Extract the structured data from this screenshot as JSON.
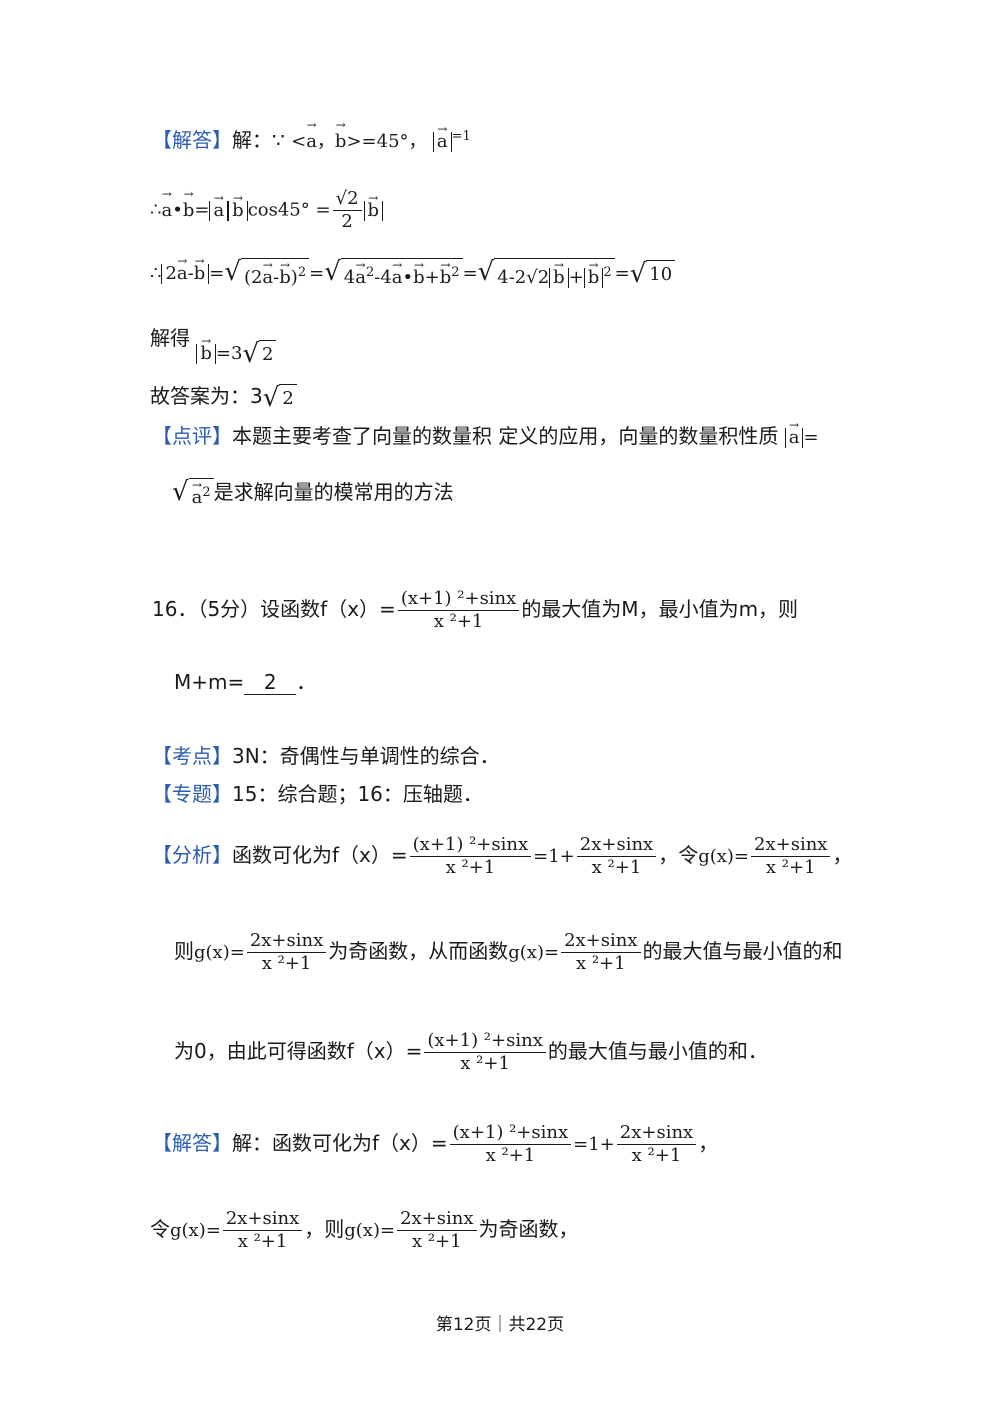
{
  "ans1": {
    "tag": "【解答】",
    "lead": "解：∵",
    "cond": "=45°，",
    "eq1": "=1"
  },
  "line_ab": {
    "prefix": "∴",
    "cos": "cos45°",
    "num": "2",
    "den": "2"
  },
  "line_mod": {
    "prefix": "∴",
    "c2": "2",
    "c4": "4",
    "c4b": "4",
    "c42": "4-2",
    "r10": "10"
  },
  "line_jiede": {
    "label": "解得",
    "val": "=3"
  },
  "line_answer": {
    "label": "故答案为：3",
    "r": "2"
  },
  "dianping": {
    "tag": "【点评】",
    "text1": "本题主要考查了向量的数量积 定义的应用，向量的数量积性质",
    "text2": "是求解向量的模常用的方法"
  },
  "q16": {
    "head": "16．（5分）设函数f（x）=",
    "frac_num": "(x+1) ²+sinx",
    "frac_den": "x ²+1",
    "tail": "的最大值为M，最小值为m，则",
    "line2_pre": "M+m=",
    "answer": "2",
    "line2_post": "．"
  },
  "kaodian": {
    "tag": "【考点】",
    "text": "3N：奇偶性与单调性的综合．"
  },
  "zhuanti": {
    "tag": "【专题】",
    "text": "15：综合题；16：压轴题．"
  },
  "fenxi": {
    "tag": "【分析】",
    "t1": "函数可化为f（x）=",
    "t2": "=1+",
    "t3": "，令",
    "g": "g(x)=",
    "gnum": "2x+sinx",
    "gden": "x ²+1",
    "t4": "，",
    "l2a": "则",
    "l2b": "为奇函数，从而函数",
    "l2c": "的最大值与最小值的和",
    "l3a": "为0，由此可得函数f（x）=",
    "l3b": "的最大值与最小值的和．"
  },
  "jieda2": {
    "tag": "【解答】",
    "t1": "解：函数可化为f（x）=",
    "t2": "=1+",
    "t3": "，",
    "l2a": "令",
    "l2b": "，则",
    "l2c": "为奇函数，"
  },
  "footer": "第12页｜共22页"
}
